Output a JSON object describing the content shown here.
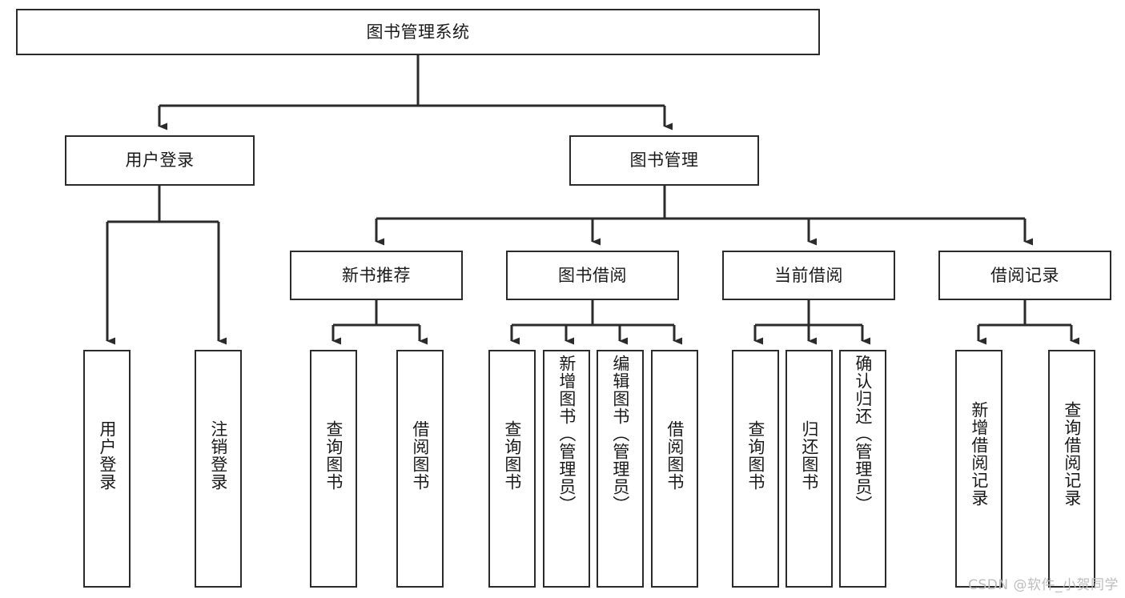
{
  "diagram": {
    "title": "图书管理系统",
    "type": "tree-hierarchy-chart",
    "root": {
      "id": "root",
      "label": "图书管理系统"
    },
    "level2": [
      {
        "id": "user-login",
        "label": "用户登录"
      },
      {
        "id": "book-manage",
        "label": "图书管理"
      }
    ],
    "level3": [
      {
        "id": "new-book-recommend",
        "label": "新书推荐",
        "parent": "book-manage"
      },
      {
        "id": "book-borrow",
        "label": "图书借阅",
        "parent": "book-manage"
      },
      {
        "id": "current-borrow",
        "label": "当前借阅",
        "parent": "book-manage"
      },
      {
        "id": "borrow-record",
        "label": "借阅记录",
        "parent": "book-manage"
      }
    ],
    "leaves": {
      "user_login": [
        {
          "id": "leaf-user-login",
          "label": "用户登录"
        },
        {
          "id": "leaf-logout",
          "label": "注销登录"
        }
      ],
      "new_book_recommend": [
        {
          "id": "leaf-query-book-1",
          "label": "查询图书"
        },
        {
          "id": "leaf-borrow-book-1",
          "label": "借阅图书"
        }
      ],
      "book_borrow": [
        {
          "id": "leaf-query-book-2",
          "label": "查询图书"
        },
        {
          "id": "leaf-add-book",
          "label": "新增图书（管理员）"
        },
        {
          "id": "leaf-edit-book",
          "label": "编辑图书（管理员）"
        },
        {
          "id": "leaf-borrow-book-2",
          "label": "借阅图书"
        }
      ],
      "current_borrow": [
        {
          "id": "leaf-query-book-3",
          "label": "查询图书"
        },
        {
          "id": "leaf-return-book",
          "label": "归还图书"
        },
        {
          "id": "leaf-confirm-return",
          "label": "确认归还（管理员）"
        }
      ],
      "borrow_record": [
        {
          "id": "leaf-add-record",
          "label": "新增借阅记录"
        },
        {
          "id": "leaf-query-record",
          "label": "查询借阅记录"
        }
      ]
    },
    "watermark": "CSDN @软件_小贺同学",
    "colors": {
      "border": "#2b2b2b",
      "text": "#1a1a1a",
      "background": "#ffffff",
      "connector": "#2b2b2b",
      "watermark": "#bdbdbd"
    }
  }
}
